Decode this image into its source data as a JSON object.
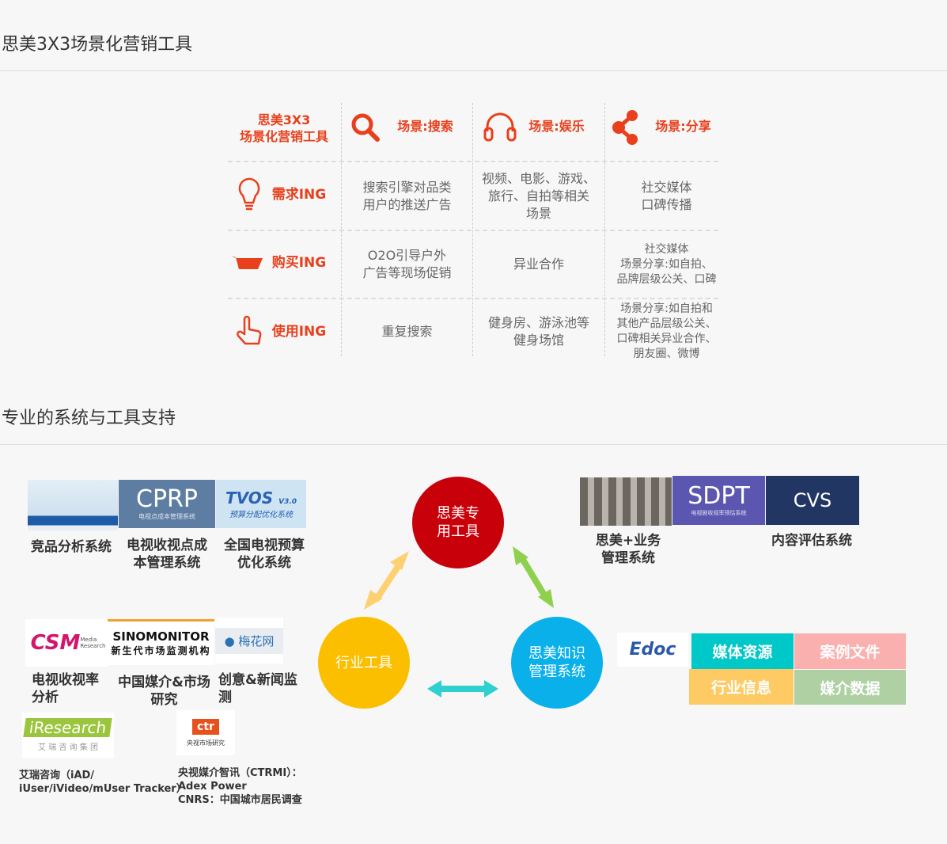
{
  "section1_title": "思美3X3场景化营销工具",
  "section2_title": "专业的系统与工具支持",
  "matrix": {
    "corner": [
      "思美3X3",
      "场景化营销工具"
    ],
    "columns": [
      "场景:搜索",
      "场景:娱乐",
      "场景:分享"
    ],
    "rows": [
      {
        "label": "需求ING",
        "cells": [
          "搜索引擎对品类\n用户的推送广告",
          "视频、电影、游戏、\n旅行、自拍等相关\n场景",
          "社交媒体\n口碑传播"
        ]
      },
      {
        "label": "购买ING",
        "cells": [
          "O2O引导户外\n广告等现场促销",
          "异业合作",
          "社交媒体\n场景分享:如自拍、\n品牌层级公关、口碑"
        ]
      },
      {
        "label": "使用ING",
        "cells": [
          "重复搜索",
          "健身房、游泳池等\n健身场馆",
          "场景分享:如自拍和\n其他产品层级公关、\n口碑相关异业合作、\n朋友圈、微博"
        ]
      }
    ]
  },
  "tools": {
    "top_left": [
      {
        "logo": "",
        "label": "竞品分析系统"
      },
      {
        "logo": "CPRP",
        "sub": "电视点成本管理系统",
        "label": "电视收视点成\n本管理系统"
      },
      {
        "logo": "TVOS",
        "ver": "V3.0",
        "sub": "预算分配优化系统",
        "label": "全国电视预算\n优化系统"
      }
    ],
    "top_right": [
      {
        "logo": "",
        "label": "思美+业务\n管理系统"
      },
      {
        "logo": "SDPT",
        "sub": "电视剧收视率预估系统"
      },
      {
        "logo": "CVS",
        "label": "内容评估系统"
      }
    ],
    "industry": [
      {
        "logo": "CSM",
        "sub": "Media Research",
        "label": "电视收视率\n分析"
      },
      {
        "logo": "SINOMONITOR",
        "sub": "新生代市场监测机构",
        "label": "中国媒介&市场\n研究"
      },
      {
        "logo": "梅花网",
        "label": "创意&新闻监\n测"
      }
    ],
    "iresearch": {
      "logo": "iResearch",
      "sub": "艾 瑞 咨 询 集 团",
      "text": "艾瑞咨询（iAD/\niUser/iVideo/mUser Tracker）"
    },
    "ctr": {
      "logo": "ctr",
      "sub": "央视市场研究",
      "text": "央视媒介智讯（CTRMI）：\nAdex Power\nCNRS：中国城市居民调查"
    },
    "circles": {
      "top": "思美专\n用工具",
      "left": "行业工具",
      "right": "思美知识\n管理系统"
    },
    "edoc": "Edoc",
    "tiles": [
      "媒体资源",
      "案例文件",
      "行业信息",
      "媒介数据"
    ]
  },
  "colors": {
    "accent": "#e8401c",
    "red": "#c8000a",
    "yellow": "#fbbf00",
    "blue": "#0ab0ea"
  }
}
